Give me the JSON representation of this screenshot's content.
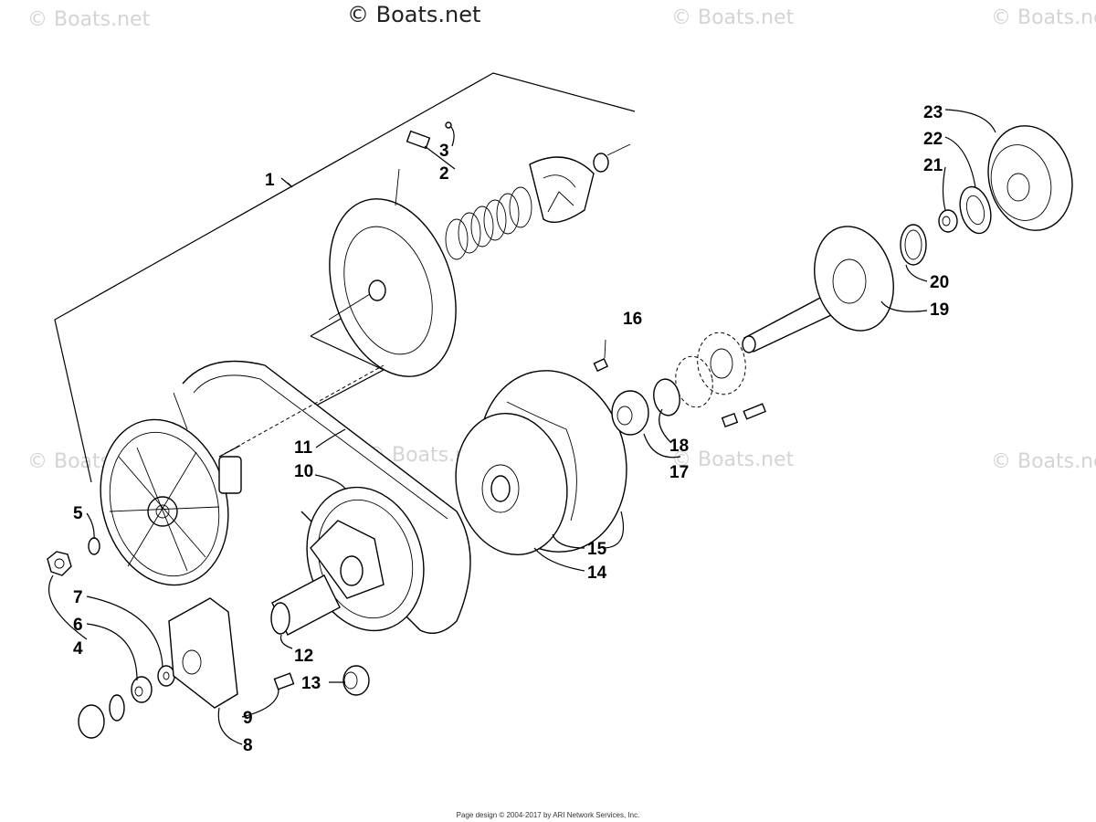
{
  "watermarks": {
    "top": "© Boats.net",
    "repeat": "© Boats.net"
  },
  "footer": "Page design © 2004-2017 by ARI Network Services, Inc.",
  "callouts": [
    "1",
    "2",
    "3",
    "4",
    "5",
    "6",
    "7",
    "8",
    "9",
    "10",
    "11",
    "12",
    "13",
    "14",
    "15",
    "16",
    "17",
    "18",
    "19",
    "20",
    "21",
    "22",
    "23"
  ]
}
